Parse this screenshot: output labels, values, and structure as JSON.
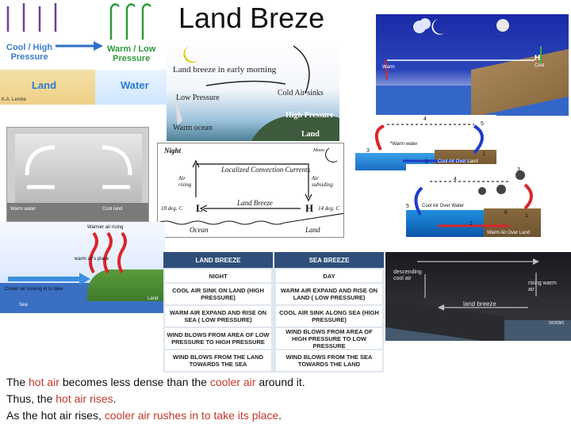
{
  "slide": {
    "title": "Land Breze"
  },
  "panel_cool_warm": {
    "cool_label_1": "Cool / High",
    "cool_label_2": "Pressure",
    "warm_label_1": "Warm / Low",
    "warm_label_2": "Pressure",
    "land_label": "Land",
    "water_label": "Water",
    "credit": "K.A. Lemke"
  },
  "panel_early_morning": {
    "caption": "Land breeze in early morning",
    "low_pressure": "Low Pressure",
    "cold_air": "Cold Air sinks",
    "warm_ocean": "Warm ocean",
    "high_pressure": "High Pressure",
    "land": "Land"
  },
  "panel_night_right": {
    "pressure_warm": "H",
    "pressure_cool_label": "Cool",
    "warm_label": "Warm"
  },
  "panel_convection": {
    "night": "Night",
    "moon": "Moon",
    "title": "Localized Convection Currents",
    "air_rising": "Air rising",
    "air_subsiding": "Air subsiding",
    "temp_left": "18 deg. C",
    "low": "L",
    "land_breeze": "Land Breeze",
    "high": "H",
    "temp_right": "14 deg. C",
    "ocean": "Ocean",
    "land": "Land"
  },
  "panel_gray": {
    "warm_water": "Warm water",
    "cool_land": "Cool land"
  },
  "panel_day_breeze": {
    "warm_water": "*Warm water",
    "cool_air_over_land": "Cool Air Over Land",
    "n1": "1",
    "n2": "2",
    "n3": "3",
    "n4": "4",
    "n5": "5"
  },
  "panel_night_breeze": {
    "cool_air_over_water": "Cool Air Over Water",
    "warm_air_over_land": "Warm Air Over Land",
    "n1": "1",
    "n2": "2",
    "n3": "3",
    "n4": "4",
    "n5": "5",
    "n6": "6"
  },
  "panel_warm_rising": {
    "warmer_air_rising": "Warmer air rising",
    "warm_air_place": "warm air's place",
    "cooler_air": "Cooler air moving in to take",
    "sea": "Sea",
    "land": "Land"
  },
  "comparison_table": {
    "headers": [
      "LAND BREEZE",
      "SEA BREEZE"
    ],
    "rows": [
      [
        "NIGHT",
        "DAY"
      ],
      [
        "COOL AIR SINK ON LAND (HIGH PRESSURE)",
        "WARM AIR EXPAND AND RISE ON LAND ( LOW PRESSURE)"
      ],
      [
        "WARM AIR EXPAND AND RISE ON SEA ( LOW PRESSURE)",
        "COOL AIR SINK ALONG SEA (HIGH PRESSURE)"
      ],
      [
        "WIND BLOWS FROM AREA OF LOW PRESSURE TO HIGH PRESSURE",
        "WIND BLOWS FROM AREA OF HIGH PRESSURE TO LOW PRESSURE"
      ],
      [
        "WIND BLOWS FROM THE LAND TOWARDS THE SEA",
        "WIND BLOWS FROM THE SEA TOWARDS THE LAND"
      ]
    ]
  },
  "panel_dark": {
    "descending": "descending",
    "cool_air": "cool air",
    "rising": "rising warm",
    "air": "air",
    "land_breeze": "land breeze",
    "ocean": "ocean"
  },
  "body_text": {
    "line1_a": "The ",
    "line1_hot": "hot air",
    "line1_b": " becomes less dense  than the ",
    "line1_cool": "cooler air",
    "line1_c": " around it.",
    "line2_a": "Thus, the ",
    "line2_hot": "hot air rises",
    "line2_b": ".",
    "line3_a": "As the hot air rises, ",
    "line3_cool": "cooler air  rushes in to take its place",
    "line3_b": "."
  },
  "colors": {
    "accent_red": "#c0392b",
    "table_header": "#2f4f7a"
  }
}
